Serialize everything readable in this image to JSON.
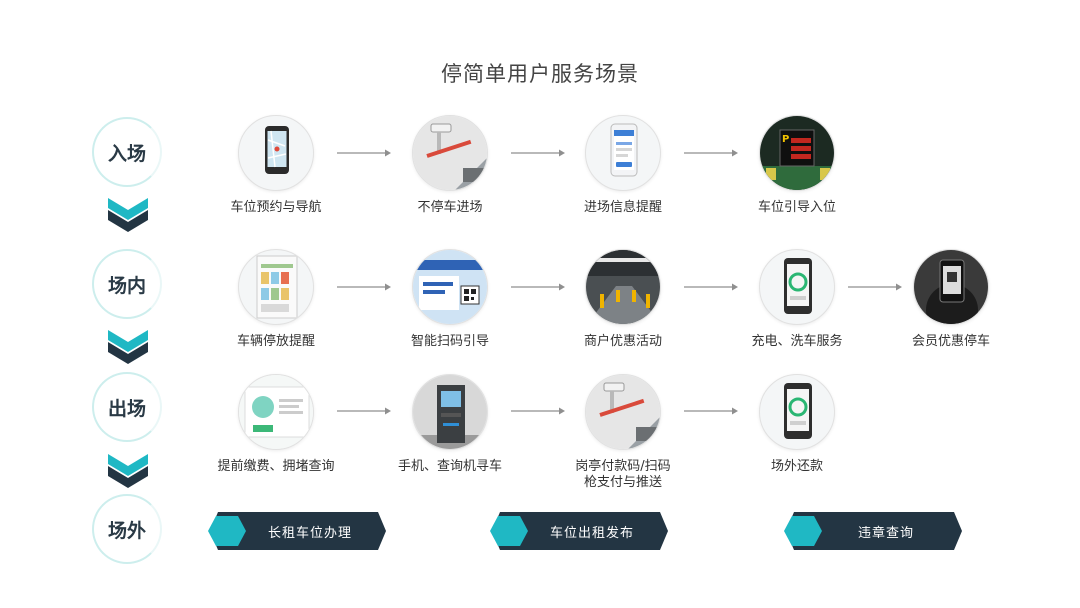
{
  "title": "停简单用户服务场景",
  "stages": [
    {
      "label": "入场"
    },
    {
      "label": "场内"
    },
    {
      "label": "出场"
    },
    {
      "label": "场外"
    }
  ],
  "rows": [
    {
      "items": [
        {
          "label": "车位预约与导航",
          "icon": "phone-map-icon"
        },
        {
          "label": "不停车进场",
          "icon": "camera-gate-icon"
        },
        {
          "label": "进场信息提醒",
          "icon": "phone-notice-icon"
        },
        {
          "label": "车位引导入位",
          "icon": "parking-guide-icon"
        }
      ]
    },
    {
      "items": [
        {
          "label": "车辆停放提醒",
          "icon": "phone-parking-map-icon"
        },
        {
          "label": "智能扫码引导",
          "icon": "qr-sign-icon"
        },
        {
          "label": "商户优惠活动",
          "icon": "garage-icon"
        },
        {
          "label": "充电、洗车服务",
          "icon": "phone-charge-icon"
        },
        {
          "label": "会员优惠停车",
          "icon": "phone-in-car-icon"
        }
      ]
    },
    {
      "items": [
        {
          "label": "提前缴费、拥堵查询",
          "icon": "pay-screen-icon"
        },
        {
          "label": "手机、查询机寻车",
          "icon": "kiosk-icon"
        },
        {
          "label": "岗亭付款码/扫码",
          "label2": "枪支付与推送",
          "icon": "camera-gate-icon"
        },
        {
          "label": "场外还款",
          "icon": "phone-charge-icon"
        }
      ]
    }
  ],
  "banners": [
    {
      "label": "长租车位办理"
    },
    {
      "label": "车位出租发布"
    },
    {
      "label": "违章查询"
    }
  ],
  "colors": {
    "teal": "#1fb8c4",
    "dark": "#233543",
    "arrow": "#8f8f8f",
    "ring": "#cdeeed"
  }
}
